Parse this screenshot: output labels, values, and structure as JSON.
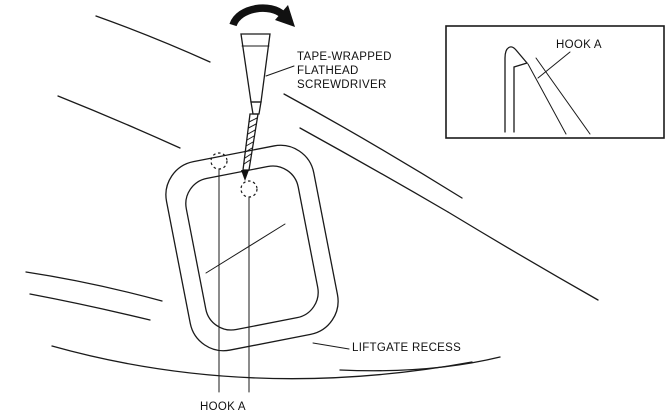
{
  "figure": {
    "type": "technical-illustration",
    "subject": "Removing liftgate recess trim with a tape-wrapped flathead screwdriver",
    "background_color": "#ffffff",
    "line_color": "#1a1a1a"
  },
  "labels": {
    "screwdriver_lines": [
      "TAPE-WRAPPED",
      "FLATHEAD",
      "SCREWDRIVER"
    ],
    "hook_a_bottom": "HOOK A",
    "liftgate_recess": "LIFTGATE RECESS"
  },
  "inset": {
    "title": "HOOK A"
  },
  "icons": {
    "rotation_arrow": "clockwise-rotation-arrow"
  }
}
